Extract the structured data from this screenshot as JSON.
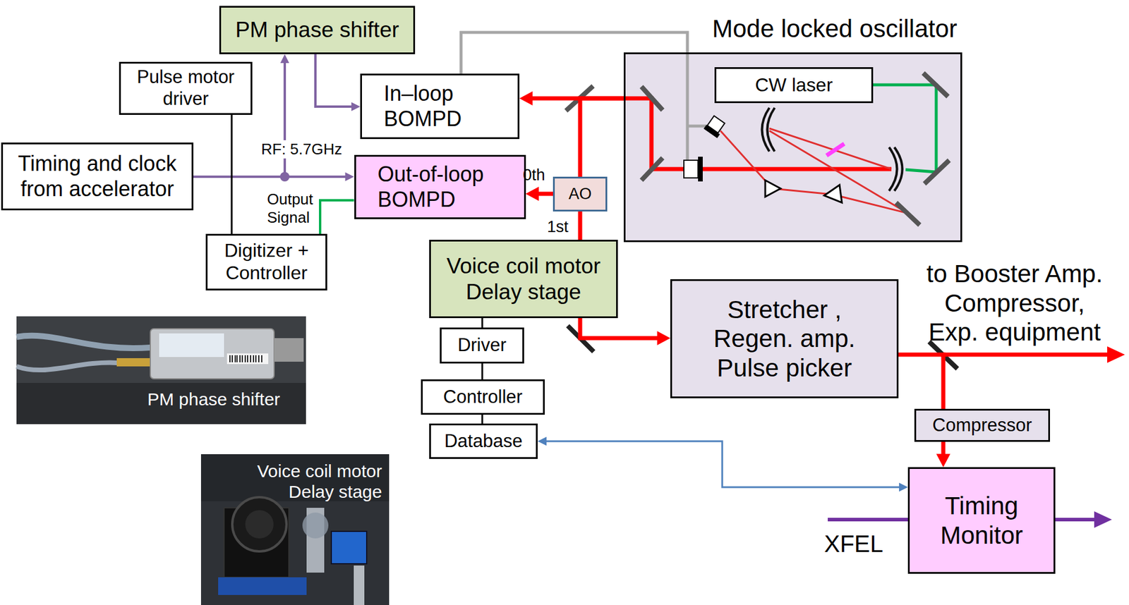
{
  "diagram": {
    "nodes": [
      {
        "text": [
          "PM phase shifter"
        ]
      },
      {
        "text": [
          "Pulse motor driver"
        ]
      },
      {
        "text": [
          "Mode locked oscillator"
        ]
      },
      {
        "text": [
          "CW laser"
        ],
        "in": 2
      },
      {
        "text": [
          "In–loop BOMPD"
        ]
      },
      {
        "text": [
          "Timing and clock from accelerator"
        ]
      },
      {
        "text": [
          "Out-of-loop BOMPD"
        ]
      },
      {
        "text": [
          "AO"
        ]
      },
      {
        "text": [
          "Voice coil motor Delay stage"
        ]
      },
      {
        "text": [
          "Stretcher , Regen. amp. Pulse picker"
        ]
      },
      {
        "text": [
          "Digitizer + Controller"
        ]
      },
      {
        "text": [
          "Driver"
        ]
      },
      {
        "text": [
          "Controller"
        ]
      },
      {
        "text": [
          "Database"
        ]
      },
      {
        "text": [
          "Compressor"
        ]
      },
      {
        "text": [
          "Timing Monitor"
        ]
      }
    ],
    "edges": [
      {
        "from": 5,
        "to": 6,
        "arrow": "to"
      },
      {
        "from": 5,
        "to": 0,
        "arrow": "to"
      },
      {
        "from": 0,
        "to": 4,
        "arrow": "to"
      },
      {
        "from": 4,
        "to": 2,
        "arrow": "none"
      },
      {
        "from": 1,
        "to": 10,
        "arrow": "none"
      },
      {
        "from": 6,
        "to": 10,
        "arrow": "none"
      },
      {
        "from": 2,
        "to": 4,
        "arrow": "to"
      },
      {
        "from": 2,
        "to": 7,
        "arrow": "none"
      },
      {
        "from": 7,
        "to": 6,
        "label": "0th",
        "arrow": "to"
      },
      {
        "from": 7,
        "to": 8,
        "label": "1st",
        "arrow": "none"
      },
      {
        "from": 8,
        "to": 9,
        "arrow": "to"
      },
      {
        "from": 8,
        "to": 11,
        "arrow": "none"
      },
      {
        "from": 11,
        "to": 12,
        "arrow": "none"
      },
      {
        "from": 12,
        "to": 13,
        "arrow": "none"
      },
      {
        "from": 9,
        "to": 14,
        "arrow": "none"
      },
      {
        "from": 14,
        "to": 15,
        "arrow": "to"
      },
      {
        "from": 13,
        "to": 15,
        "arrow": "both"
      }
    ],
    "labels": [
      "RF: 5.7GHz",
      "Output Signal",
      "to Booster Amp. Compressor, Exp. equipment",
      "XFEL",
      "PM phase shifter",
      "Voice coil motor Delay stage"
    ]
  }
}
